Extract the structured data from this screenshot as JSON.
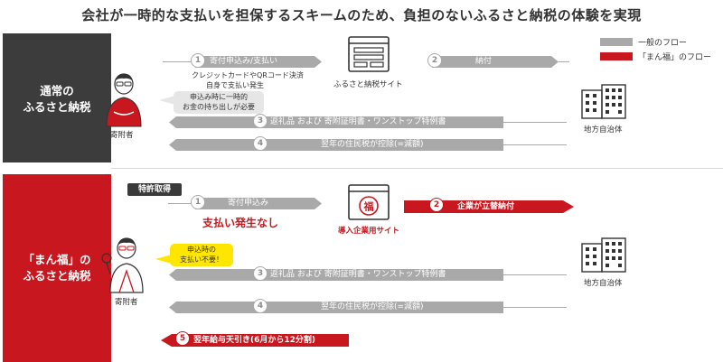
{
  "title": "会社が一時的な支払いを担保するスキームのため、負担のないふるさと納税の体験を実現",
  "legend": {
    "normal": {
      "label": "一般のフロー",
      "color": "#a9a9a9"
    },
    "manpuku": {
      "label": "「まん福」のフロー",
      "color": "#c8171e"
    }
  },
  "normal": {
    "panel_label_1": "通常の",
    "panel_label_2": "ふるさと納税",
    "donor_label": "寄附者",
    "bubble_1": "申込み時に一時的",
    "bubble_2": "お金の持ち出しが必要",
    "step1": {
      "num": "1",
      "label": "寄付申込み/支払い"
    },
    "step1_sub_1": "クレジットカードやQRコード決済",
    "step1_sub_2": "自身で支払い発生",
    "site_label": "ふるさと納税サイト",
    "step2": {
      "num": "2",
      "label": "納付"
    },
    "step3": {
      "num": "3",
      "label": "返礼品 および 寄附証明書・ワンストップ特例書"
    },
    "step4": {
      "num": "4",
      "label": "翌年の住民税が控除(=減額)"
    },
    "gov_label": "地方自治体"
  },
  "manpuku": {
    "panel_label_1": "「まん福」の",
    "panel_label_2": "ふるさと納税",
    "patent": "特許取得",
    "donor_label": "寄附者",
    "bubble_1": "申込時の",
    "bubble_2": "支払い不要！",
    "step1": {
      "num": "1",
      "label": "寄付申込み"
    },
    "no_payment": "支払い発生なし",
    "site_label": "導入企業用サイト",
    "site_icon_text": "福",
    "step2": {
      "num": "2",
      "label": "企業が立替納付"
    },
    "step3": {
      "num": "3",
      "label": "返礼品 および 寄附証明書・ワンストップ特例書"
    },
    "step4": {
      "num": "4",
      "label": "翌年の住民税が控除(=減額)"
    },
    "step5": {
      "num": "5",
      "label": "翌年給与天引き(6月から12分割)"
    },
    "gov_label": "地方自治体"
  }
}
